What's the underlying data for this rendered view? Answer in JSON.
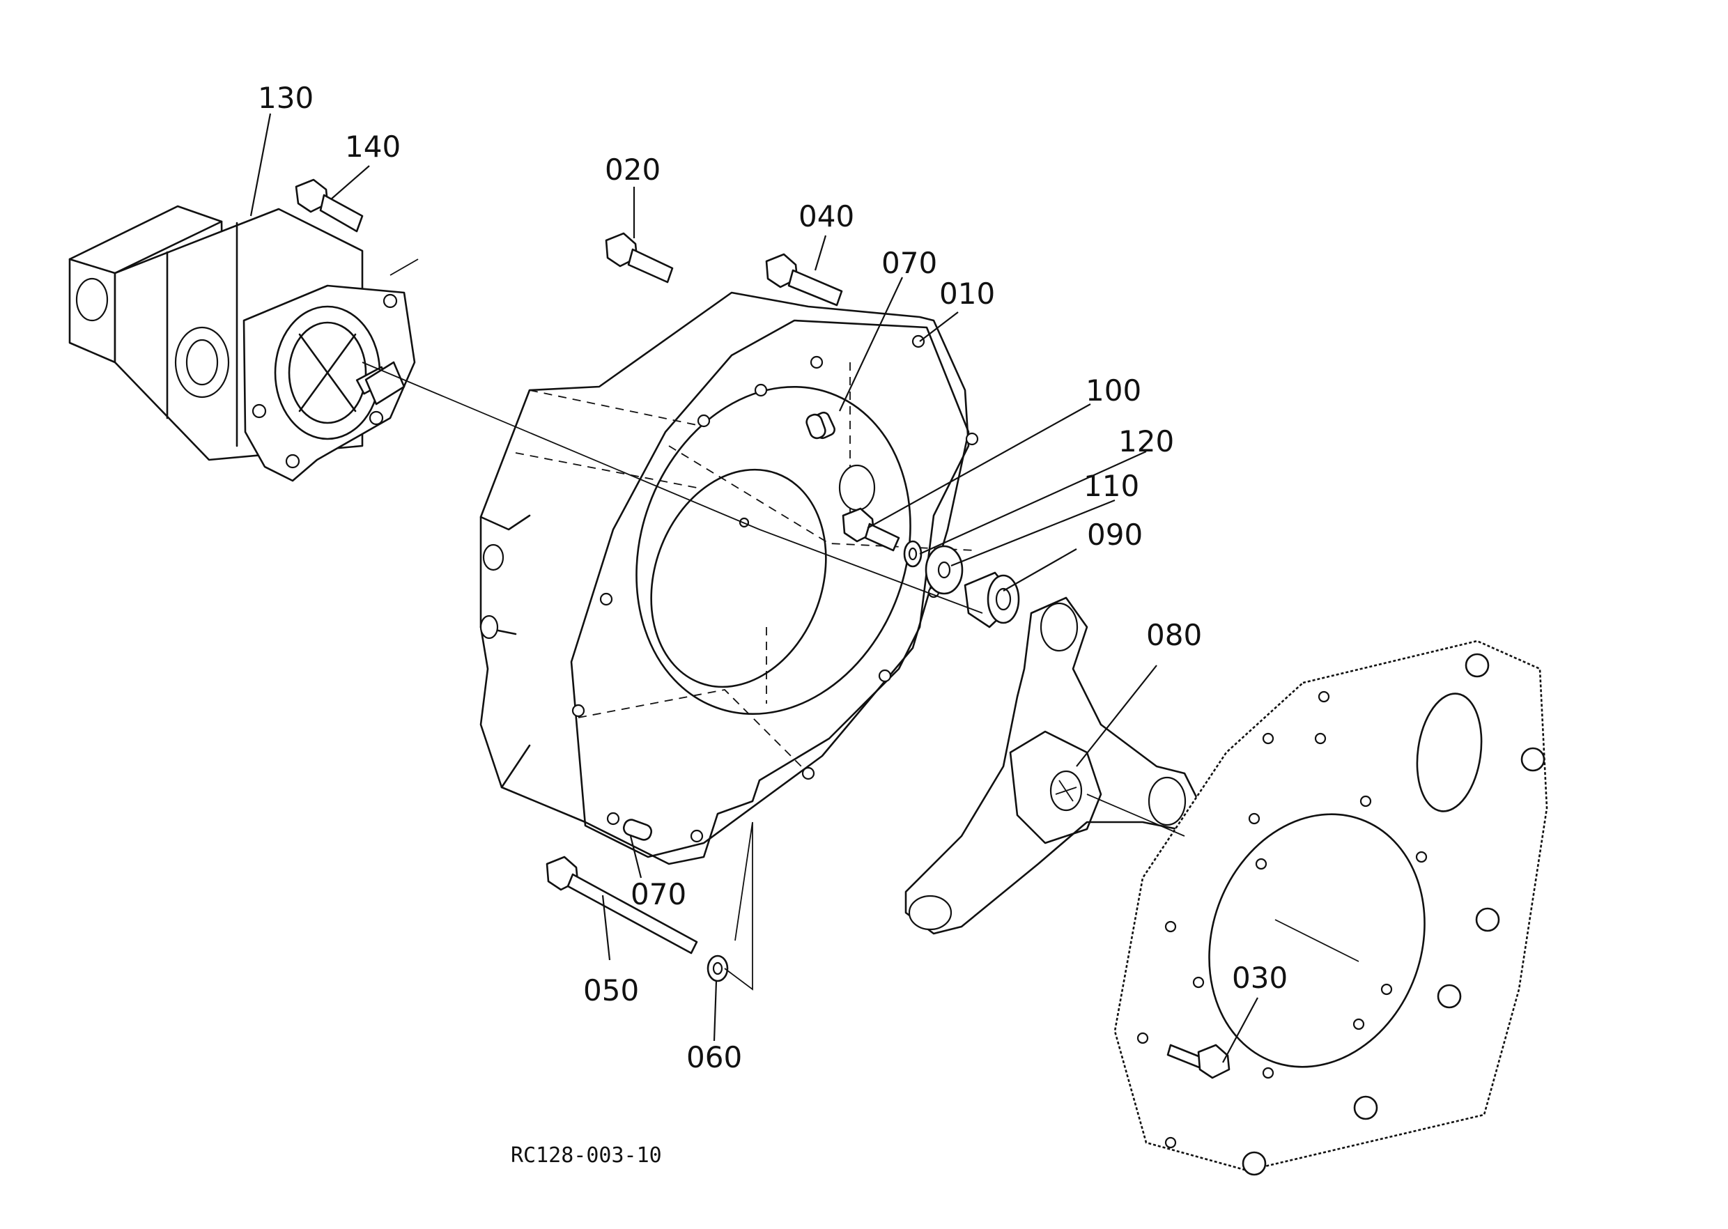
{
  "drawing": {
    "reference_code": "RC128-003-10"
  },
  "callouts": [
    {
      "id": "c130",
      "label": "130"
    },
    {
      "id": "c140",
      "label": "140"
    },
    {
      "id": "c020",
      "label": "020"
    },
    {
      "id": "c040",
      "label": "040"
    },
    {
      "id": "c070a",
      "label": "070"
    },
    {
      "id": "c010",
      "label": "010"
    },
    {
      "id": "c100",
      "label": "100"
    },
    {
      "id": "c120",
      "label": "120"
    },
    {
      "id": "c110",
      "label": "110"
    },
    {
      "id": "c090",
      "label": "090"
    },
    {
      "id": "c080",
      "label": "080"
    },
    {
      "id": "c030",
      "label": "030"
    },
    {
      "id": "c070b",
      "label": "070"
    },
    {
      "id": "c050",
      "label": "050"
    },
    {
      "id": "c060",
      "label": "060"
    }
  ]
}
